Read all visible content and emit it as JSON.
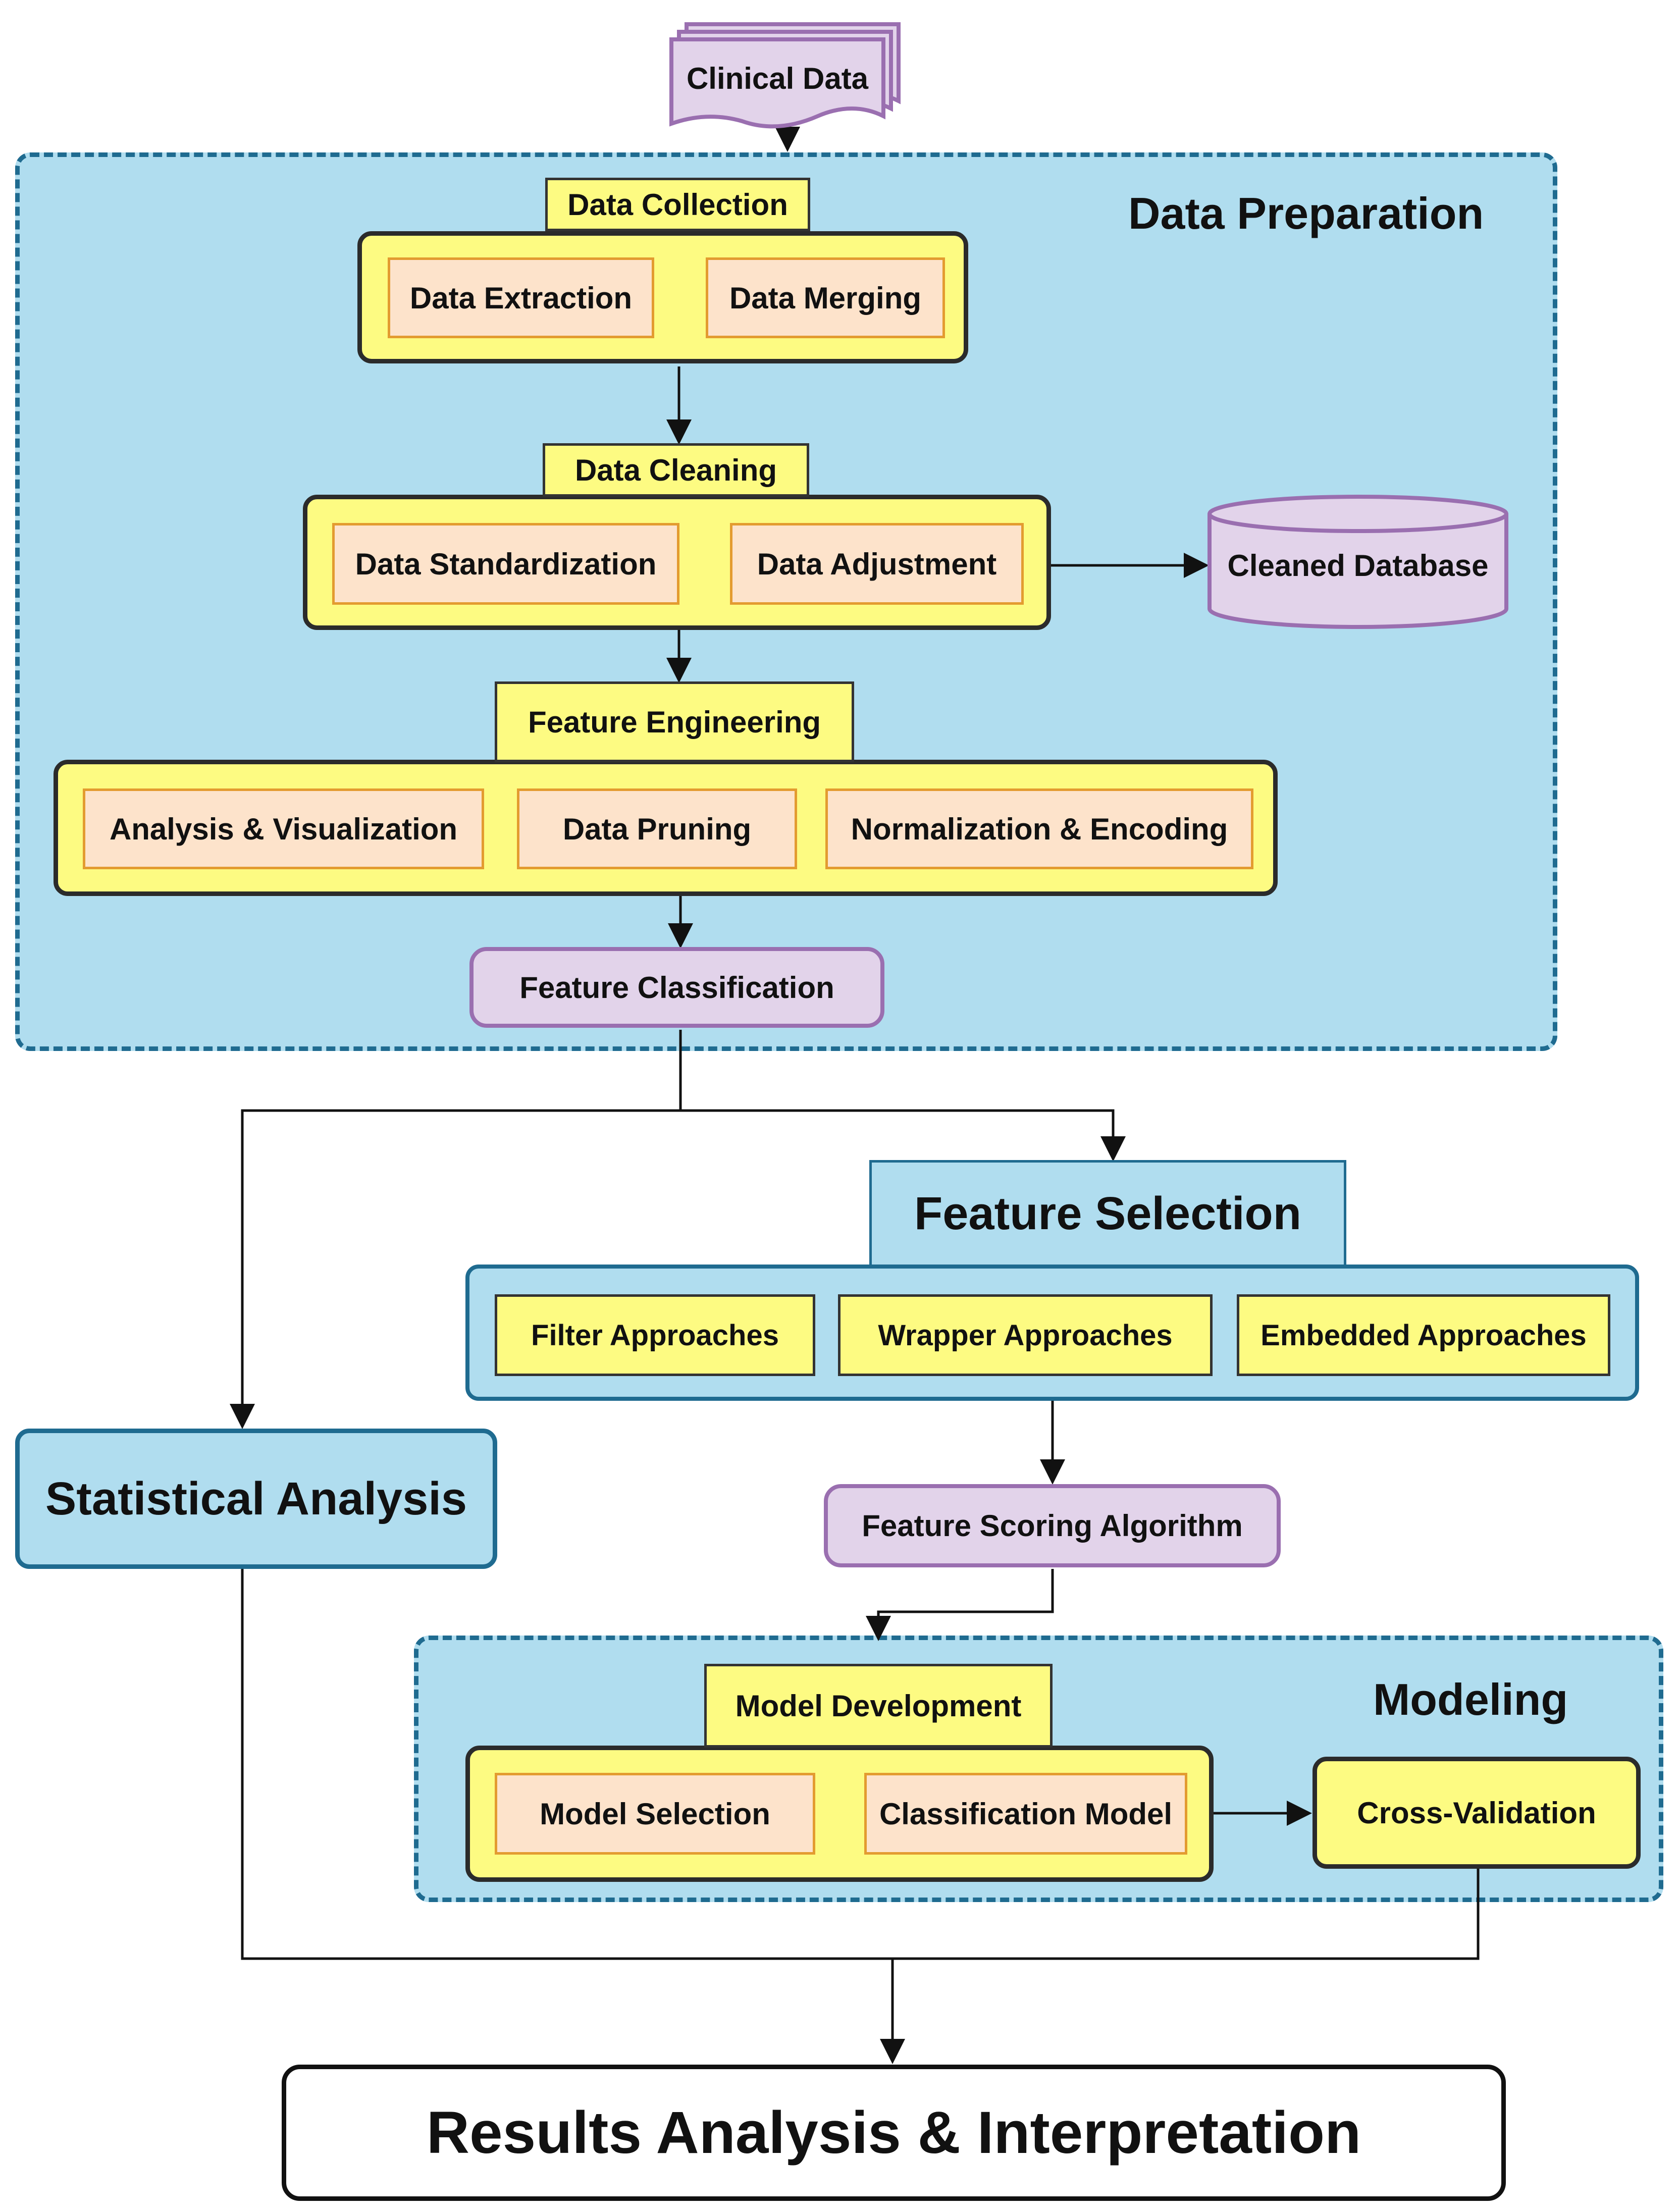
{
  "colors": {
    "region_fill": "#b0ddef",
    "region_border": "#1f6b90",
    "stage_fill": "#fdfb82",
    "sub_fill": "#fde3cb",
    "sub_border": "#e39b30",
    "purple_fill": "#e2d3ea",
    "purple_border": "#9a6fb0",
    "edge": "#111111"
  },
  "input": {
    "label": "Clinical Data",
    "icon": "multiple-documents-icon"
  },
  "data_preparation": {
    "title": "Data Preparation",
    "data_collection": {
      "label": "Data Collection",
      "items": [
        "Data Extraction",
        "Data Merging"
      ]
    },
    "data_cleaning": {
      "label": "Data Cleaning",
      "items": [
        "Data Standardization",
        "Data Adjustment"
      ]
    },
    "cleaned_database": {
      "label": "Cleaned Database",
      "icon": "database-icon"
    },
    "feature_engineering": {
      "label": "Feature Engineering",
      "items": [
        "Analysis & Visualization",
        "Data Pruning",
        "Normalization & Encoding"
      ]
    },
    "feature_classification": "Feature Classification"
  },
  "feature_selection": {
    "title": "Feature Selection",
    "items": [
      "Filter Approaches",
      "Wrapper Approaches",
      "Embedded Approaches"
    ]
  },
  "statistical_analysis": "Statistical Analysis",
  "feature_scoring": "Feature Scoring Algorithm",
  "modeling": {
    "title": "Modeling",
    "model_development": {
      "label": "Model Development",
      "items": [
        "Model Selection",
        "Classification Model"
      ]
    },
    "cross_validation": "Cross-Validation"
  },
  "results": "Results Analysis & Interpretation"
}
